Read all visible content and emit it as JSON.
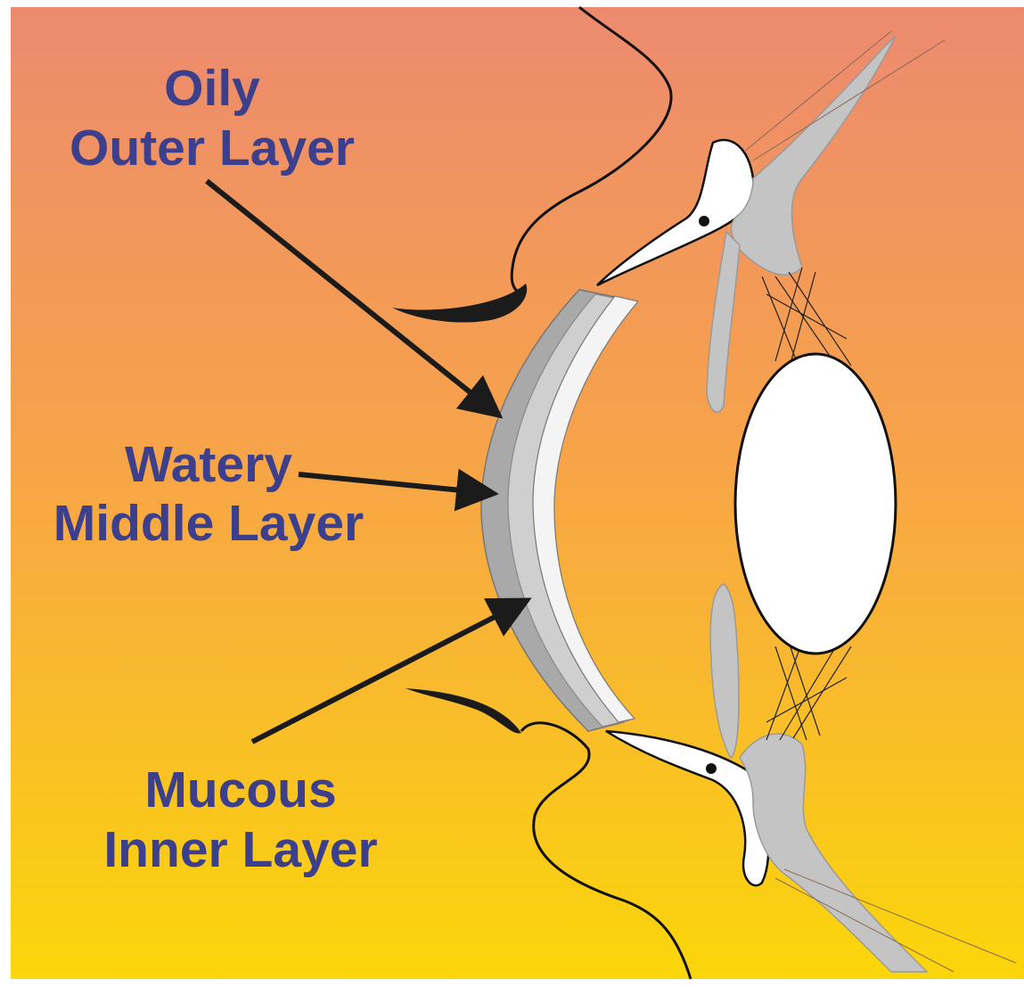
{
  "diagram": {
    "colors": {
      "gradient_top": "#ec8a6f",
      "gradient_mid": "#f7a34a",
      "gradient_bottom": "#fbd40d",
      "label_text": "#3c3f8c",
      "arrow": "#1b1b1b",
      "tissue_gray": "#c4c4c4",
      "tear_film_gray": "#9a9a9a",
      "lens_white": "#ffffff"
    },
    "labels": {
      "oily": {
        "line1": "Oily",
        "line2": "Outer Layer"
      },
      "watery": {
        "line1": "Watery",
        "line2": "Middle Layer"
      },
      "mucous": {
        "line1": "Mucous",
        "line2": "Inner Layer"
      }
    }
  }
}
